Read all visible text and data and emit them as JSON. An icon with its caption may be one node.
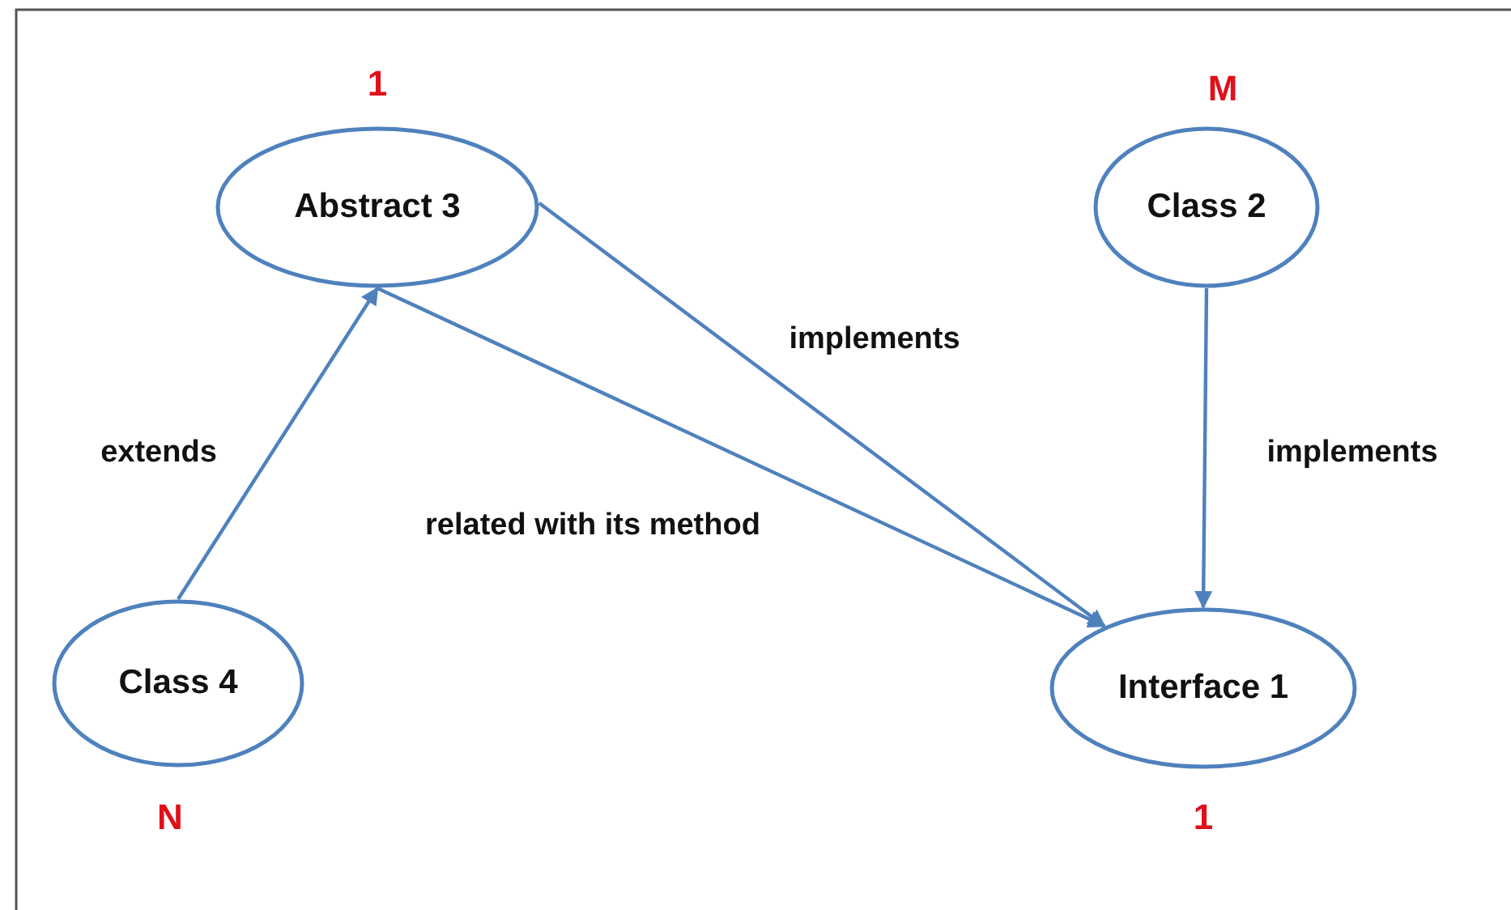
{
  "diagram": {
    "nodes": [
      {
        "text": [
          "Abstract 3"
        ],
        "beside": [
          "1"
        ]
      },
      {
        "text": [
          "Class 2"
        ],
        "beside": [
          "M"
        ]
      },
      {
        "text": [
          "Class 4"
        ],
        "beside": [
          "N"
        ]
      },
      {
        "text": [
          "Interface 1"
        ],
        "beside": [
          "1"
        ]
      }
    ],
    "edges": [
      {
        "from": 2,
        "to": 0,
        "arrow": "to",
        "label": "extends"
      },
      {
        "from": 0,
        "to": 3,
        "arrow": "to",
        "label": "implements"
      },
      {
        "from": 0,
        "to": 3,
        "arrow": "to",
        "label": "related with its method"
      },
      {
        "from": 1,
        "to": 3,
        "arrow": "to",
        "label": "implements"
      }
    ]
  }
}
